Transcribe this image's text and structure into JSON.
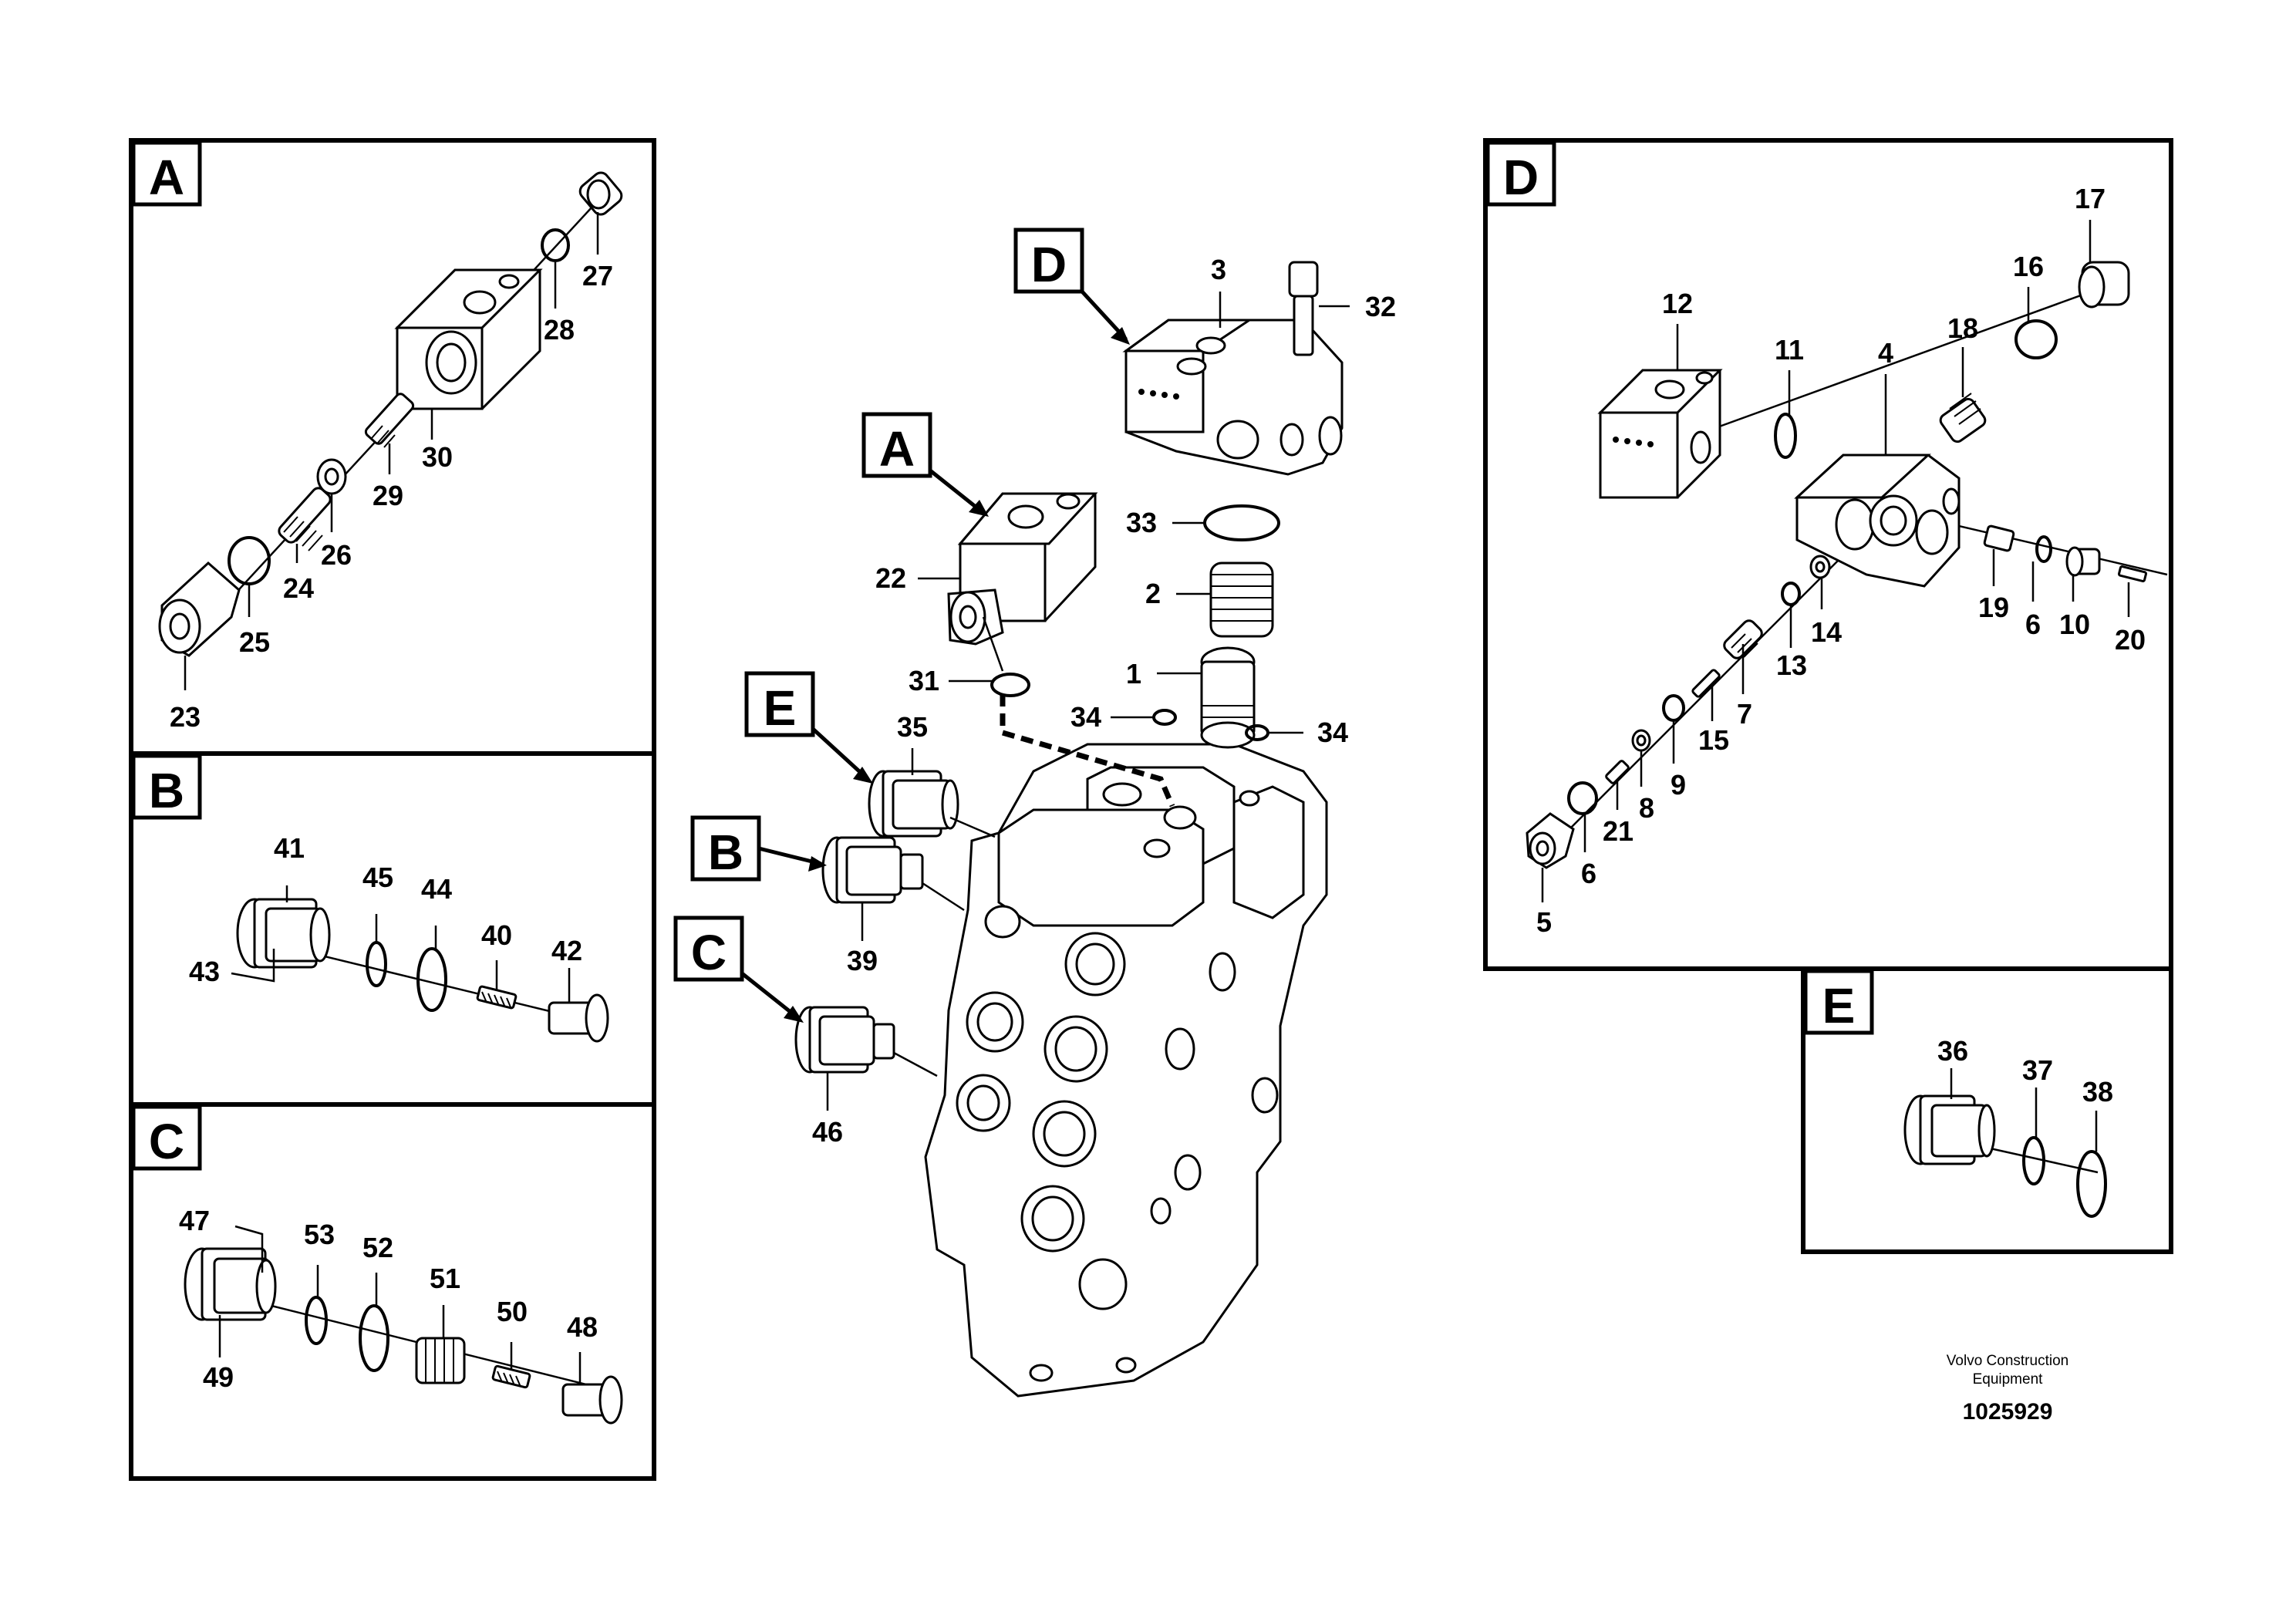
{
  "panels": {
    "A": {
      "letter": "A",
      "labels": {
        "p27": "27",
        "p28": "28",
        "p30": "30",
        "p29": "29",
        "p26": "26",
        "p24": "24",
        "p25": "25",
        "p23": "23"
      }
    },
    "B": {
      "letter": "B",
      "labels": {
        "p41": "41",
        "p45": "45",
        "p44": "44",
        "p40": "40",
        "p42": "42",
        "p43": "43"
      }
    },
    "C": {
      "letter": "C",
      "labels": {
        "p47": "47",
        "p53": "53",
        "p52": "52",
        "p51": "51",
        "p50": "50",
        "p48": "48",
        "p49": "49"
      }
    },
    "D": {
      "letter": "D",
      "labels": {
        "p17": "17",
        "p16": "16",
        "p12": "12",
        "p11": "11",
        "p4": "4",
        "p18": "18",
        "p19": "19",
        "p6a": "6",
        "p10": "10",
        "p20": "20",
        "p14": "14",
        "p13": "13",
        "p7": "7",
        "p15": "15",
        "p9": "9",
        "p8": "8",
        "p21": "21",
        "p6b": "6",
        "p5": "5"
      }
    },
    "E": {
      "letter": "E",
      "labels": {
        "p36": "36",
        "p37": "37",
        "p38": "38"
      }
    }
  },
  "center": {
    "callouts": {
      "D": "D",
      "A": "A",
      "E": "E",
      "B": "B",
      "C": "C"
    },
    "labels": {
      "p3": "3",
      "p32": "32",
      "p33": "33",
      "p2": "2",
      "p1": "1",
      "p22": "22",
      "p31": "31",
      "p34a": "34",
      "p34b": "34",
      "p35": "35",
      "p39": "39",
      "p46": "46"
    }
  },
  "footer": {
    "credit_line1": "Volvo Construction",
    "credit_line2": "Equipment",
    "doc_number": "1025929"
  }
}
